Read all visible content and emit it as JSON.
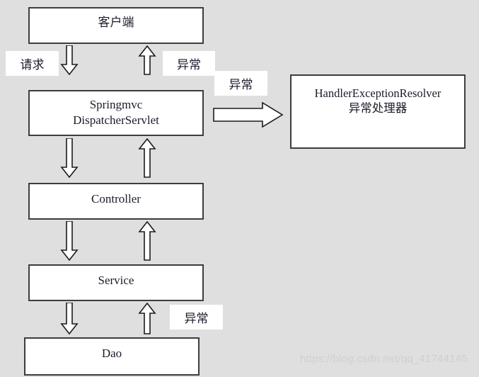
{
  "diagram": {
    "title": "SpringMVC exception handling flow",
    "background_color": "#dfdfdf",
    "box_fill_color": "#ffffff",
    "box_border_color": "#3d3d3d",
    "nodes": {
      "client": "客户端",
      "dispatcher": "Springmvc\nDispatcherServlet",
      "controller": "Controller",
      "service": "Service",
      "dao": "Dao",
      "resolver": "HandlerExceptionResolver\n异常处理器"
    },
    "captions": {
      "request": "请求",
      "exception_client": "异常",
      "exception_resolver": "异常",
      "exception_dao": "异常"
    },
    "arrows": [
      {
        "name": "client-to-dispatcher",
        "direction": "down",
        "label": "请求"
      },
      {
        "name": "dispatcher-to-client",
        "direction": "up",
        "label": "异常"
      },
      {
        "name": "dispatcher-to-controller",
        "direction": "down",
        "label": ""
      },
      {
        "name": "controller-to-dispatcher",
        "direction": "up",
        "label": ""
      },
      {
        "name": "controller-to-service",
        "direction": "down",
        "label": ""
      },
      {
        "name": "service-to-controller",
        "direction": "up",
        "label": ""
      },
      {
        "name": "service-to-dao",
        "direction": "down",
        "label": ""
      },
      {
        "name": "dao-to-service",
        "direction": "up",
        "label": "异常"
      },
      {
        "name": "dispatcher-to-resolver",
        "direction": "right",
        "label": "异常"
      }
    ]
  },
  "watermark": {
    "text": "https://blog.csdn.net/qq_41744145",
    "color": "#cfcfcf"
  }
}
